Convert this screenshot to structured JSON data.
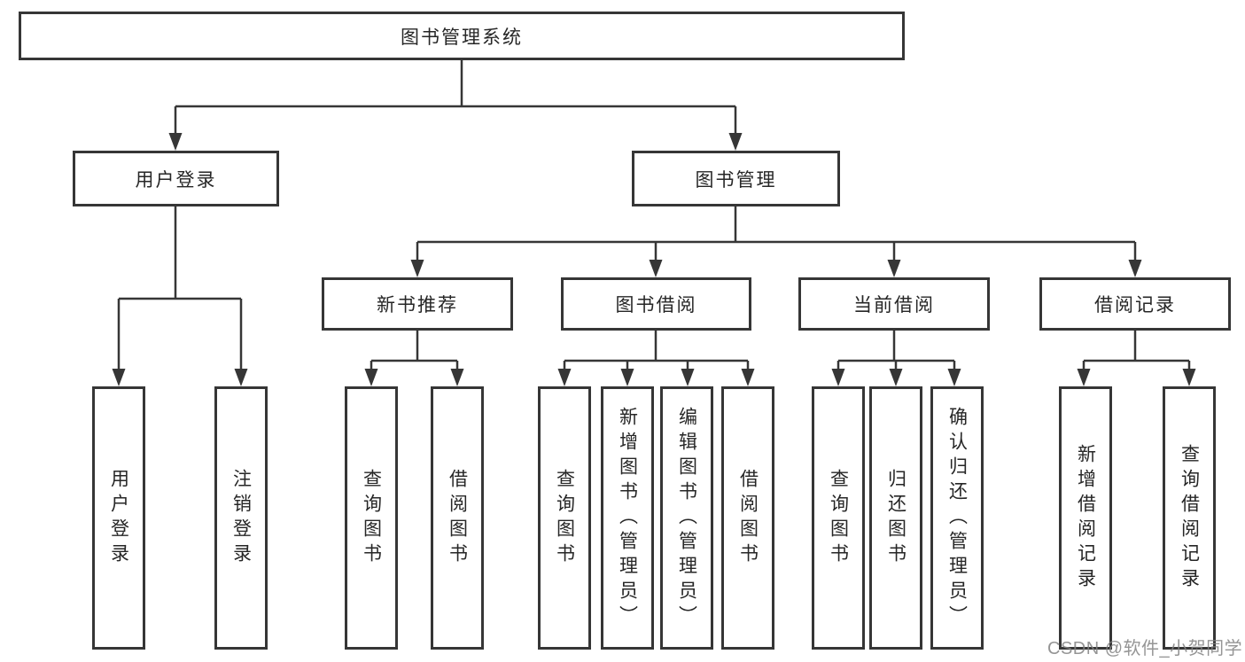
{
  "diagram": {
    "root": "图书管理系统",
    "login": {
      "label": "用户登录",
      "children": [
        "用户登录",
        "注销登录"
      ]
    },
    "management": {
      "label": "图书管理",
      "sections": [
        {
          "label": "新书推荐",
          "children": [
            "查询图书",
            "借阅图书"
          ]
        },
        {
          "label": "图书借阅",
          "children": [
            "查询图书",
            "新增图书（管理员）",
            "编辑图书（管理员）",
            "借阅图书"
          ]
        },
        {
          "label": "当前借阅",
          "children": [
            "查询图书",
            "归还图书",
            "确认归还（管理员）"
          ]
        },
        {
          "label": "借阅记录",
          "children": [
            "新增借阅记录",
            "查询借阅记录"
          ]
        }
      ]
    }
  },
  "watermark": "CSDN @软件_小贺同学",
  "colors": {
    "line": "#363636",
    "text": "#262626",
    "background": "#ffffff",
    "watermark": "#828282"
  }
}
